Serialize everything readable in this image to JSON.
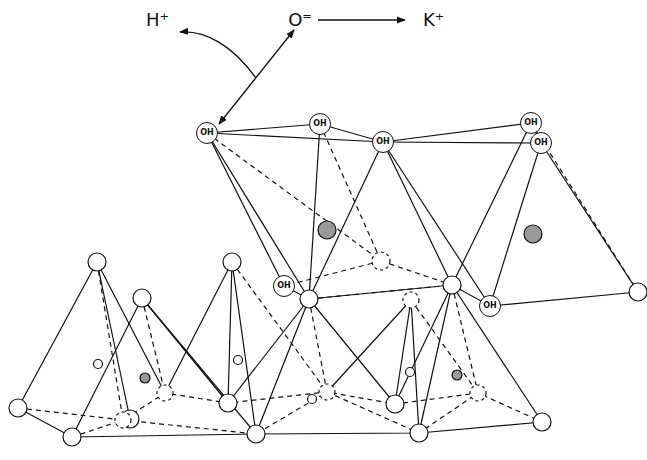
{
  "diagram": {
    "nodes": [
      {
        "text": [
          "OH"
        ]
      },
      {
        "text": [
          "OH"
        ]
      },
      {
        "text": [
          "OH"
        ]
      },
      {
        "text": [
          "OH"
        ]
      },
      {
        "text": [
          "OH"
        ]
      },
      {
        "text": [
          "OH"
        ]
      },
      {
        "text": [
          "OH"
        ]
      }
    ],
    "labels": [
      "H⁺",
      "O⁼",
      "K⁺"
    ]
  }
}
